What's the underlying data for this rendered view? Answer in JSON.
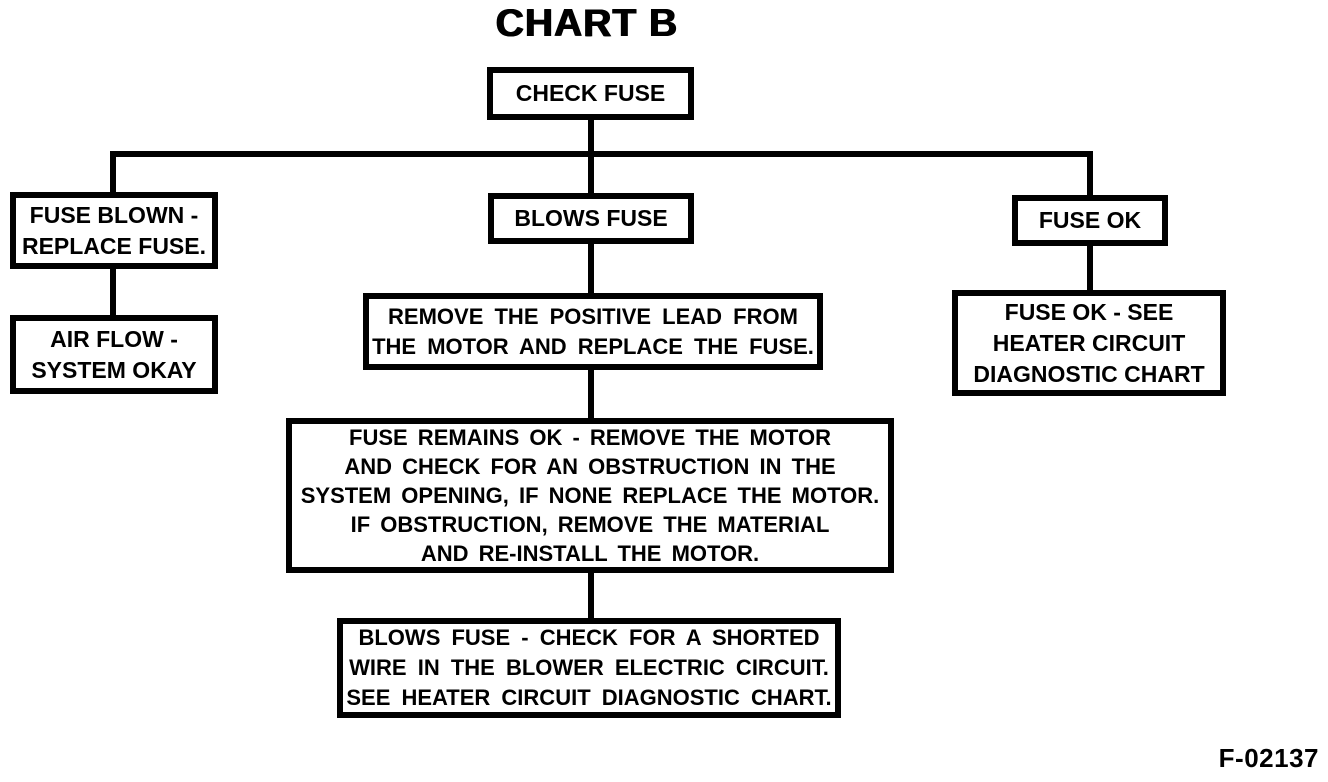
{
  "title": "CHART B",
  "figure_number": "F-02137",
  "colors": {
    "ink": "#000000",
    "paper": "#ffffff"
  },
  "flowchart": {
    "root": {
      "label": "CHECK FUSE"
    },
    "left_branch": {
      "condition": {
        "label": "FUSE BLOWN -\nREPLACE FUSE."
      },
      "result": {
        "label": "AIR FLOW -\nSYSTEM OKAY"
      }
    },
    "center_branch": {
      "condition": {
        "label": "BLOWS FUSE"
      },
      "step1": {
        "label": "REMOVE THE POSITIVE LEAD FROM\nTHE MOTOR AND REPLACE THE FUSE."
      },
      "step2": {
        "label": "FUSE REMAINS OK - REMOVE THE MOTOR\nAND CHECK FOR AN OBSTRUCTION IN THE\nSYSTEM OPENING, IF NONE REPLACE THE MOTOR.\nIF OBSTRUCTION, REMOVE THE MATERIAL\nAND RE-INSTALL THE MOTOR."
      },
      "step3": {
        "label": "BLOWS FUSE - CHECK FOR A SHORTED\nWIRE IN THE BLOWER ELECTRIC CIRCUIT.\nSEE HEATER CIRCUIT DIAGNOSTIC CHART."
      }
    },
    "right_branch": {
      "condition": {
        "label": "FUSE OK"
      },
      "result": {
        "label": "FUSE OK - SEE\nHEATER CIRCUIT\nDIAGNOSTIC CHART"
      }
    }
  }
}
